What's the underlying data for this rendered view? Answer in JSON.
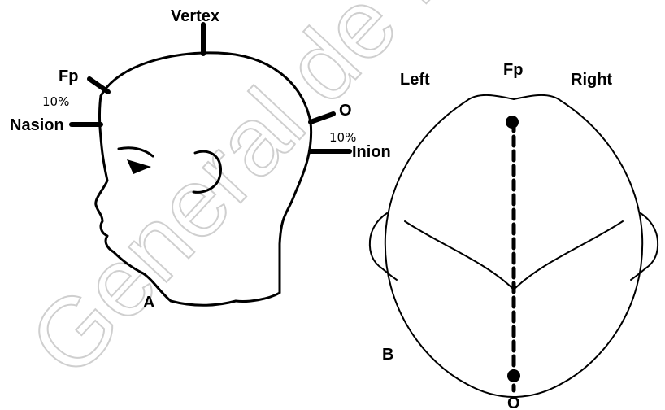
{
  "watermark": "General de Biblio",
  "figure_a": {
    "panel_label": "A",
    "labels": {
      "vertex": "Vertex",
      "fp": "Fp",
      "nasion": "Nasion",
      "o": "O",
      "inion": "Inion",
      "pct_front": "10%",
      "pct_back": "10%"
    }
  },
  "figure_b": {
    "panel_label": "B",
    "labels": {
      "left": "Left",
      "right": "Right",
      "fp": "Fp",
      "o": "O"
    }
  }
}
